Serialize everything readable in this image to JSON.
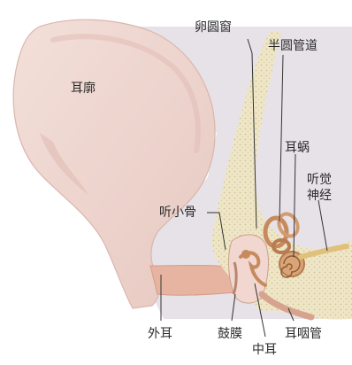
{
  "labels": {
    "auricle": "耳廓",
    "oval_window": "卵圆窗",
    "semicircular_canals": "半圆管道",
    "cochlea": "耳蜗",
    "auditory_nerve": "听觉神经",
    "ossicles": "听小骨",
    "outer_ear": "外耳",
    "eardrum": "鼓膜",
    "eustachian_tube": "耳咽管",
    "middle_ear": "中耳"
  },
  "colors": {
    "skin": "#f0d9d3",
    "skin_shadow": "#e2c0b8",
    "head_region": "#e6e2e8",
    "bone": "#eee6c6",
    "bone_dots": "#c9b98a",
    "canal_pink": "#e8b4a2",
    "structure_brown": "#c78a5e",
    "leader_line": "#333333"
  }
}
